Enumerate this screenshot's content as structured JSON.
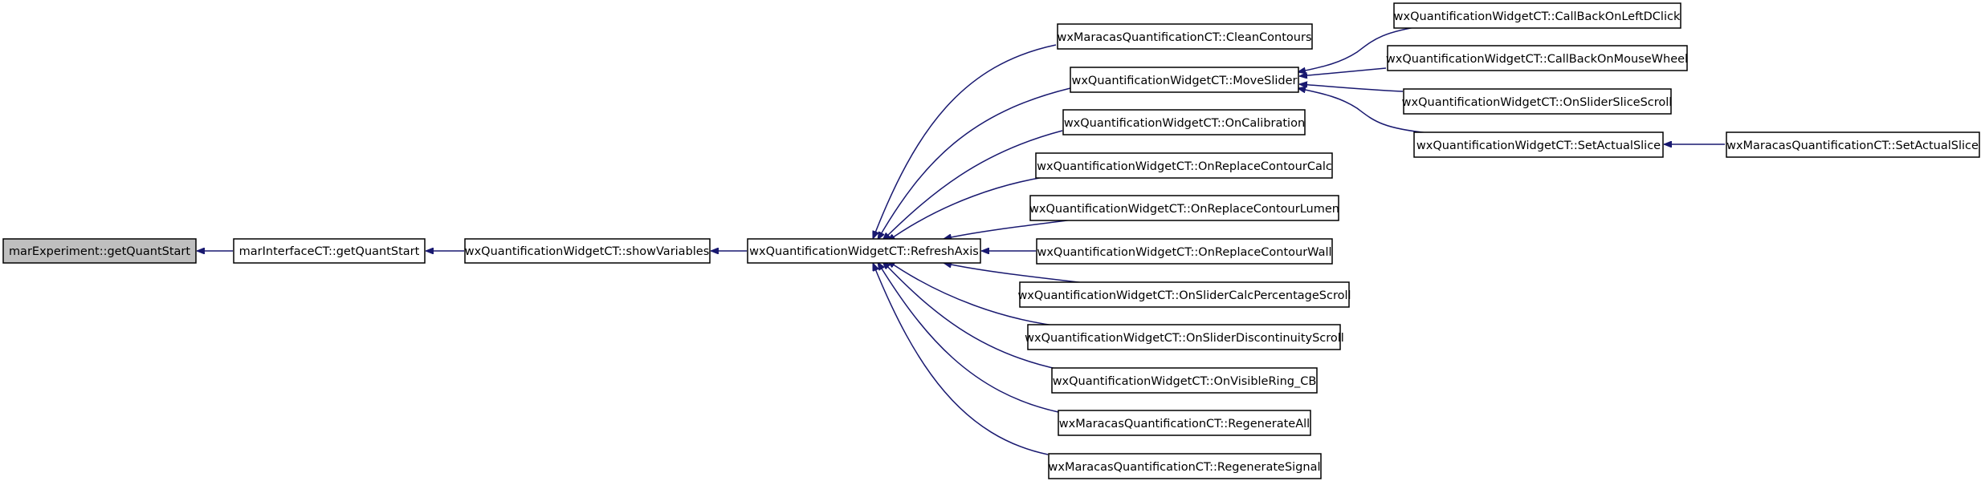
{
  "diagram": {
    "nodes": [
      {
        "id": "n0",
        "label": "marExperiment::getQuantStart",
        "root": true
      },
      {
        "id": "n1",
        "label": "marInterfaceCT::getQuantStart"
      },
      {
        "id": "n2",
        "label": "wxQuantificationWidgetCT::showVariables"
      },
      {
        "id": "n3",
        "label": "wxQuantificationWidgetCT::RefreshAxis"
      },
      {
        "id": "n4",
        "label": "wxMaracasQuantificationCT::CleanContours"
      },
      {
        "id": "n5",
        "label": "wxQuantificationWidgetCT::MoveSlider"
      },
      {
        "id": "n6",
        "label": "wxQuantificationWidgetCT::OnCalibration"
      },
      {
        "id": "n7",
        "label": "wxQuantificationWidgetCT::OnReplaceContourCalc"
      },
      {
        "id": "n8",
        "label": "wxQuantificationWidgetCT::OnReplaceContourLumen"
      },
      {
        "id": "n9",
        "label": "wxQuantificationWidgetCT::OnReplaceContourWall"
      },
      {
        "id": "n10",
        "label": "wxQuantificationWidgetCT::OnSliderCalcPercentageScroll"
      },
      {
        "id": "n11",
        "label": "wxQuantificationWidgetCT::OnSliderDiscontinuityScroll"
      },
      {
        "id": "n12",
        "label": "wxQuantificationWidgetCT::OnVisibleRing_CB"
      },
      {
        "id": "n13",
        "label": "wxMaracasQuantificationCT::RegenerateAll"
      },
      {
        "id": "n14",
        "label": "wxMaracasQuantificationCT::RegenerateSignal"
      },
      {
        "id": "n15",
        "label": "wxQuantificationWidgetCT::CallBackOnLeftDClick"
      },
      {
        "id": "n16",
        "label": "wxQuantificationWidgetCT::CallBackOnMouseWheel"
      },
      {
        "id": "n17",
        "label": "wxQuantificationWidgetCT::OnSliderSliceScroll"
      },
      {
        "id": "n18",
        "label": "wxQuantificationWidgetCT::SetActualSlice"
      },
      {
        "id": "n19",
        "label": "wxMaracasQuantificationCT::SetActualSlice"
      }
    ],
    "edges": [
      {
        "from": "n1",
        "to": "n0"
      },
      {
        "from": "n2",
        "to": "n1"
      },
      {
        "from": "n3",
        "to": "n2"
      },
      {
        "from": "n4",
        "to": "n3"
      },
      {
        "from": "n5",
        "to": "n3"
      },
      {
        "from": "n6",
        "to": "n3"
      },
      {
        "from": "n7",
        "to": "n3"
      },
      {
        "from": "n8",
        "to": "n3"
      },
      {
        "from": "n9",
        "to": "n3"
      },
      {
        "from": "n10",
        "to": "n3"
      },
      {
        "from": "n11",
        "to": "n3"
      },
      {
        "from": "n12",
        "to": "n3"
      },
      {
        "from": "n13",
        "to": "n3"
      },
      {
        "from": "n14",
        "to": "n3"
      },
      {
        "from": "n15",
        "to": "n5"
      },
      {
        "from": "n16",
        "to": "n5"
      },
      {
        "from": "n17",
        "to": "n5"
      },
      {
        "from": "n18",
        "to": "n5"
      },
      {
        "from": "n19",
        "to": "n18"
      }
    ],
    "colors": {
      "edge": "#191970",
      "root_fill": "#bfbfbf",
      "node_fill": "#ffffff",
      "border": "#000000"
    }
  }
}
